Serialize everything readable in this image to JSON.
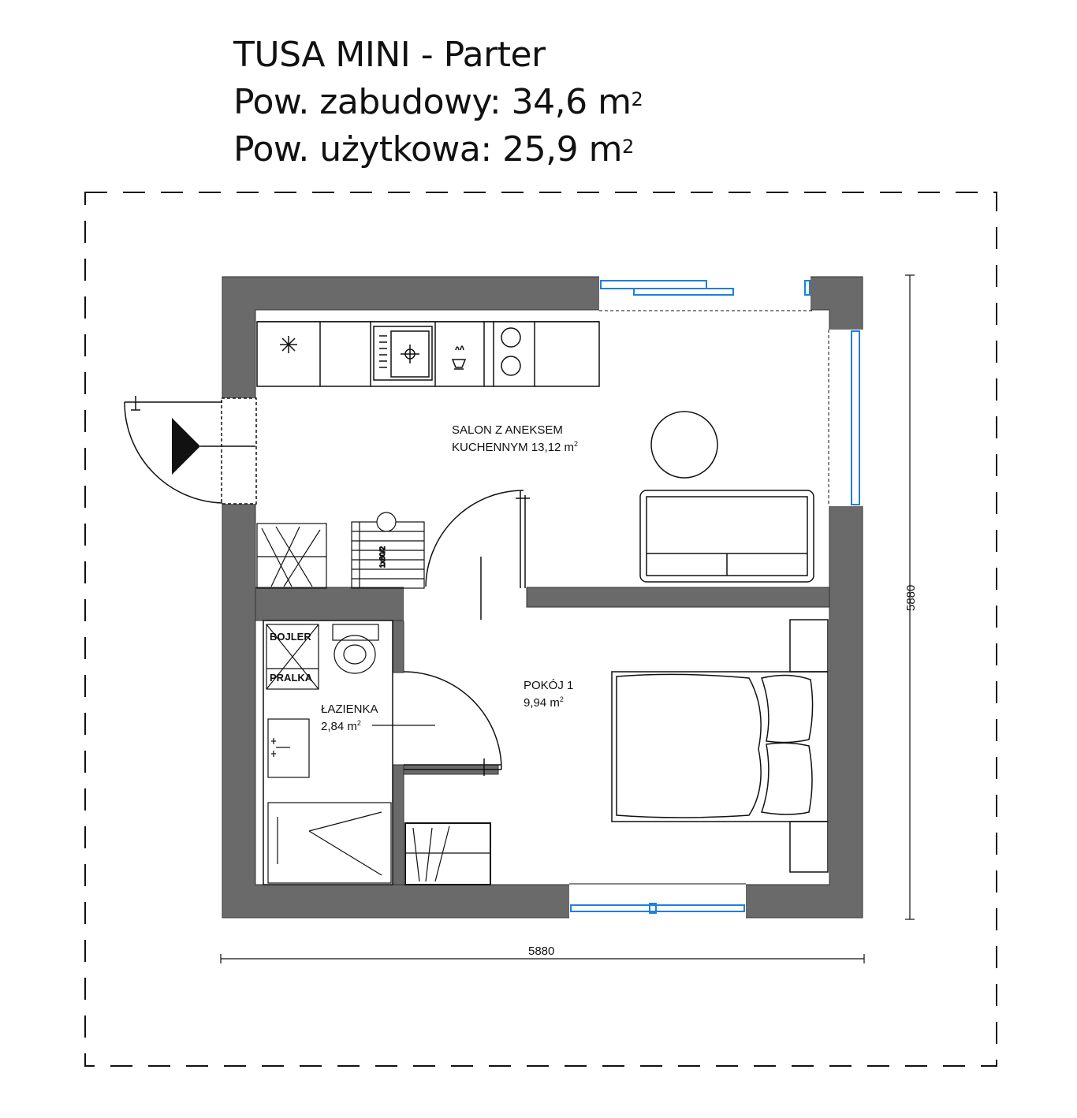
{
  "header": {
    "title": "TUSA MINI - Parter",
    "build_area_label": "Pow. zabudowy: 34,6 m",
    "build_area_exp": "2",
    "usable_area_label": "Pow. użytkowa: 25,9 m",
    "usable_area_exp": "2"
  },
  "rooms": {
    "salon_line1": "SALON Z ANEKSEM",
    "salon_line2": "KUCHENNYM  13,12 m",
    "salon_exp": "2",
    "pokoj_line1": "POKÓJ 1",
    "pokoj_line2": "9,94 m",
    "pokoj_exp": "2",
    "lazienka_line1": "ŁAZIENKA",
    "lazienka_line2": "2,84 m",
    "lazienka_exp": "2"
  },
  "fixtures": {
    "bojler": "BOJLER",
    "pralka": "PRALKA",
    "stair_label": "1x80/2"
  },
  "dimensions": {
    "width": "5880",
    "height": "5880"
  },
  "colors": {
    "wall": "#6a6a6a",
    "window": "#1f7fe0",
    "line": "#111111"
  }
}
